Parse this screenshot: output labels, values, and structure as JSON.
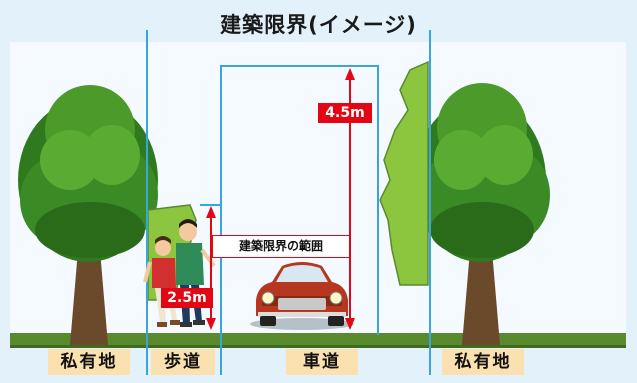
{
  "title": "建築限界(イメージ)",
  "zones": {
    "private_left": "私有地",
    "sidewalk": "歩道",
    "roadway": "車道",
    "private_right": "私有地"
  },
  "heights": {
    "roadway": "4.5m",
    "sidewalk": "2.5m"
  },
  "range_label": "建築限界の範囲",
  "colors": {
    "background": "#e3f1fb",
    "tree_green": "#4c9a2a",
    "hedge_green": "#8cc63f",
    "arrow_red": "#e30613",
    "boundary_blue": "#38a6dd",
    "label_bg": "#fbe0b0",
    "ground": "#5a8a2e"
  }
}
